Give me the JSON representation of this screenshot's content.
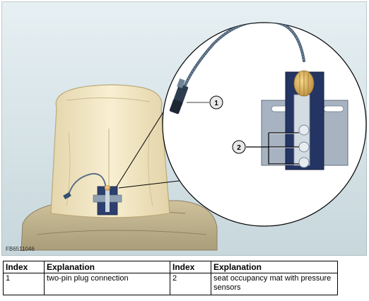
{
  "figure": {
    "code": "FB6511046",
    "callouts": [
      {
        "number": "1",
        "label": "two-pin plug connection"
      },
      {
        "number": "2",
        "label": "seat occupancy mat with pressure sensors"
      }
    ]
  },
  "legend": {
    "headers": [
      "Index",
      "Explanation",
      "Index",
      "Explanation"
    ],
    "rows": [
      {
        "index_a": "1",
        "explanation_a": "two-pin plug connection",
        "index_b": "2",
        "explanation_b": "seat occupancy mat with pressure sensors"
      }
    ]
  }
}
